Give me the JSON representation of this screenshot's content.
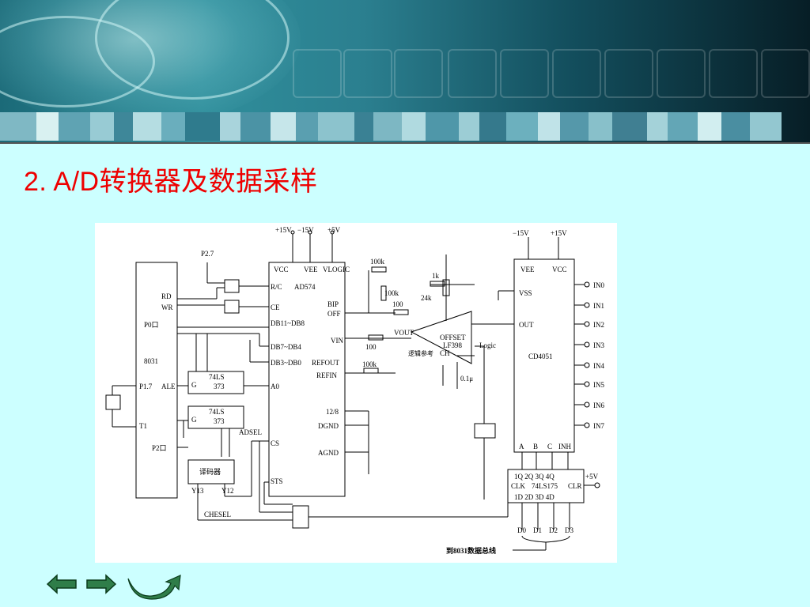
{
  "slide": {
    "title": "2. A/D转换器及数据采样"
  },
  "schematic": {
    "chips": {
      "mcu": {
        "name": "8031",
        "port0": "P0口",
        "port2": "P2口",
        "rd": "RD",
        "wr": "WR",
        "p17": "P1.7",
        "ale": "ALE",
        "t1": "T1",
        "p27": "P2.7"
      },
      "latch_a": {
        "name": "74LS",
        "name2": "373",
        "g": "G"
      },
      "latch_b": {
        "name": "74LS",
        "name2": "373",
        "g": "G"
      },
      "decoder": {
        "name": "译码器",
        "y13": "Y13",
        "y12": "Y12",
        "chesel": "CHESEL",
        "adsel": "ADSEL"
      },
      "adc": {
        "name": "AD574",
        "vcc": "VCC",
        "vee": "VEE",
        "vlogic": "VLOGIC",
        "rc": "R/C",
        "ce": "CE",
        "db_hi": "DB11~DB8",
        "db_mid": "DB7~DB4",
        "db_lo": "DB3~DB0",
        "a0": "A0",
        "bipoff": "BIP",
        "bipoff2": "OFF",
        "vin": "VIN",
        "refout": "REFOUT",
        "refin": "REFIN",
        "p128": "12/8",
        "dgnd": "DGND",
        "cs": "CS",
        "agnd": "AGND",
        "sts": "STS"
      },
      "sample_hold": {
        "name": "LF398",
        "offset": "OFFSET",
        "ch": "CH",
        "logic": "Logic",
        "vout": "VOUT"
      },
      "mux": {
        "name": "CD4051",
        "vee": "VEE",
        "vcc": "VCC",
        "vss": "VSS",
        "out": "OUT",
        "a": "A",
        "b": "B",
        "c": "C",
        "inh": "INH"
      },
      "register": {
        "name": "74LS175",
        "q": "1Q  2Q  3Q  4Q",
        "clk": "CLK",
        "clr": "CLR",
        "d": "1D  2D  3D  4D"
      }
    },
    "supplies": {
      "p15": "+15V",
      "m15": "−15V",
      "p5": "+5V"
    },
    "resistors": {
      "r100k_a": "100k",
      "r100k_b": "100k",
      "r100k_c": "100k",
      "r1k": "1k",
      "r24k": "24k",
      "r100": "100",
      "r100b": "100"
    },
    "caps": {
      "c01u": "0.1μ"
    },
    "inputs": [
      "IN0",
      "IN1",
      "IN2",
      "IN3",
      "IN4",
      "IN5",
      "IN6",
      "IN7"
    ],
    "data_lines": [
      "D0",
      "D1",
      "D2",
      "D3"
    ],
    "bus_caption": "到8031数据总线",
    "ref_note": "逻辑参考"
  },
  "nav": {
    "back_icon": "arrow-left",
    "forward_icon": "arrow-right",
    "return_icon": "return-curve-arrow",
    "arrow_color": "#2f7d49"
  }
}
